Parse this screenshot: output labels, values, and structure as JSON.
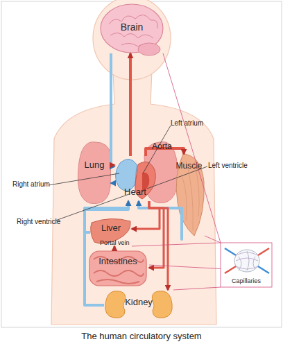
{
  "diagram": {
    "caption": "The human circulatory system",
    "nodes": [
      {
        "text": [
          "Brain"
        ]
      },
      {
        "text": [
          "Lung"
        ]
      },
      {
        "text": [
          "Heart"
        ]
      },
      {
        "text": [
          "Muscle"
        ]
      },
      {
        "text": [
          "Liver"
        ]
      },
      {
        "text": [
          "Intestines"
        ]
      },
      {
        "text": [
          "Kidney"
        ]
      },
      {
        "text": [
          "Capillaries"
        ]
      }
    ],
    "edges": [
      {
        "from": 2,
        "to": 0,
        "arrow": "to"
      },
      {
        "from": 0,
        "to": 2,
        "arrow": "to"
      },
      {
        "from": 2,
        "to": 1,
        "arrow": "to"
      },
      {
        "from": 1,
        "to": 2,
        "arrow": "to"
      },
      {
        "from": 2,
        "to": 3,
        "arrow": "to"
      },
      {
        "from": 3,
        "to": 2,
        "arrow": "to"
      },
      {
        "from": 2,
        "to": 4,
        "arrow": "to"
      },
      {
        "from": 2,
        "to": 5,
        "arrow": "to"
      },
      {
        "from": 2,
        "to": 6,
        "arrow": "to"
      },
      {
        "from": 5,
        "to": 4,
        "arrow": "to"
      },
      {
        "from": 4,
        "to": 2,
        "arrow": "to"
      },
      {
        "from": 6,
        "to": 2,
        "arrow": "to"
      },
      {
        "from": 0,
        "to": 7,
        "arrow": "none"
      },
      {
        "from": 3,
        "to": 7,
        "arrow": "none"
      },
      {
        "from": 4,
        "to": 7,
        "arrow": "none"
      },
      {
        "from": 5,
        "to": 7,
        "arrow": "none"
      },
      {
        "from": 6,
        "to": 7,
        "arrow": "none"
      }
    ],
    "labels": [
      "Left atrium",
      "Aorta",
      "Left ventricle",
      "Right atrium",
      "Right ventricle",
      "Portal vein"
    ]
  }
}
